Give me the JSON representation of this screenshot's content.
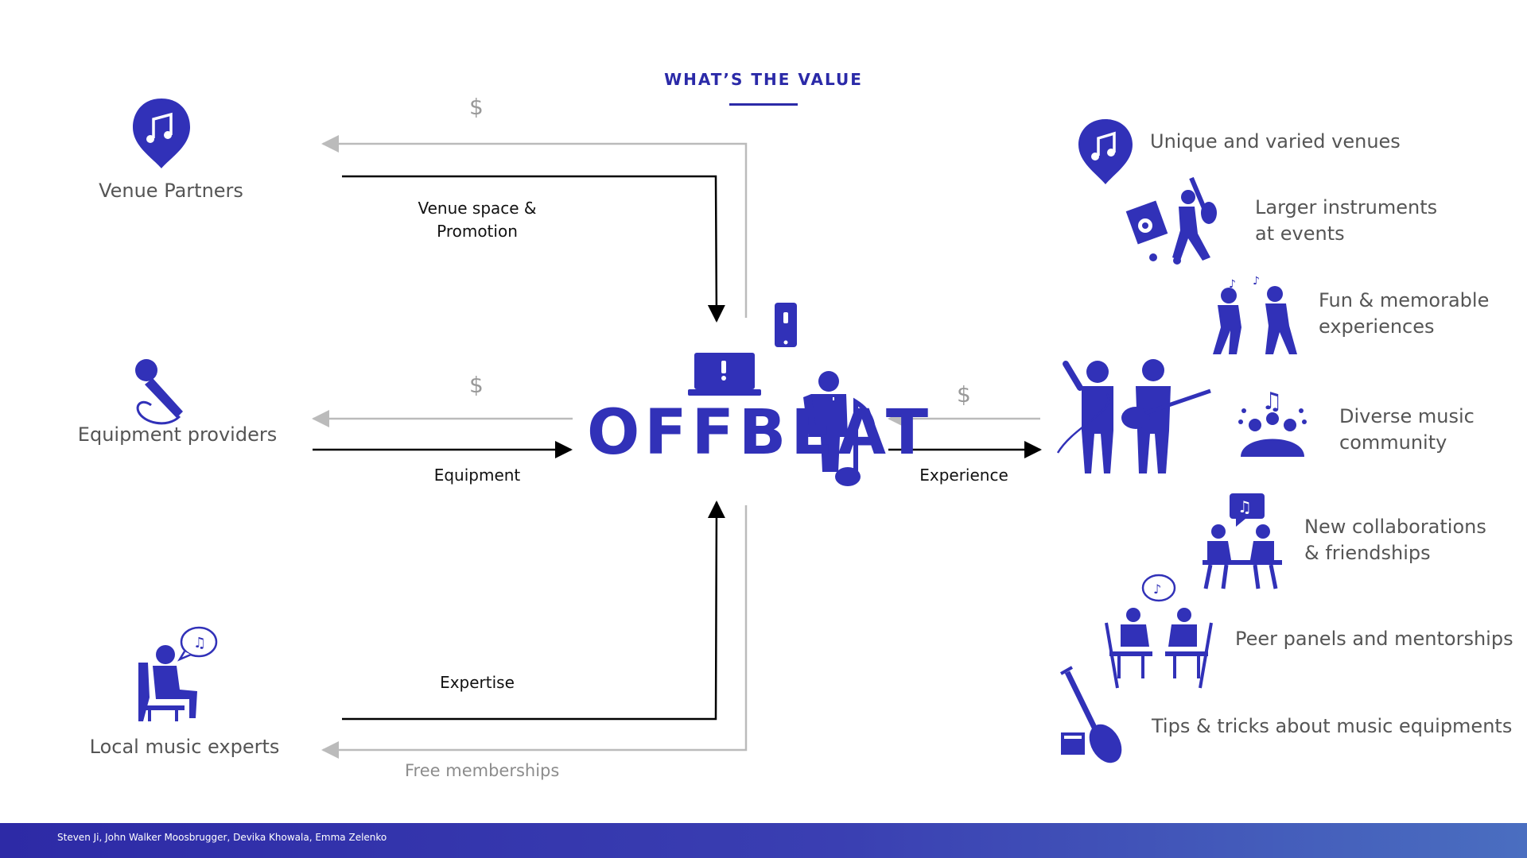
{
  "title": "WHAT’S THE VALUE",
  "logo": {
    "text": "OFFBEAT",
    "color": "#3131b8"
  },
  "colors": {
    "accent": "#2b2aa8",
    "flow_dark": "#000000",
    "flow_light": "#bbbbbb"
  },
  "partners": [
    {
      "label": "Venue Partners",
      "icon": "location-pin-music-icon"
    },
    {
      "label": "Equipment providers",
      "icon": "microphone-icon"
    },
    {
      "label": "Local music experts",
      "icon": "seated-expert-icon"
    }
  ],
  "flows": {
    "venue_in": "Venue space & Promotion",
    "venue_out": "$",
    "equipment_in": "Equipment",
    "equipment_out": "$",
    "expertise_in": "Expertise",
    "expertise_out": "Free memberships",
    "experience_out": "Experience",
    "experience_in": "$"
  },
  "values": [
    {
      "line1": "Unique and varied venues",
      "line2": "",
      "icon": "location-pin-music-icon"
    },
    {
      "line1": "Larger instruments",
      "line2": "at events",
      "icon": "moving-instruments-icon"
    },
    {
      "line1": "Fun & memorable",
      "line2": "experiences",
      "icon": "singing-people-icon"
    },
    {
      "line1": "Diverse music",
      "line2": "community",
      "icon": "community-icon"
    },
    {
      "line1": "New collaborations",
      "line2": "& friendships",
      "icon": "collaboration-icon"
    },
    {
      "line1": "Peer panels and mentorships",
      "line2": "",
      "icon": "mentorship-icon"
    },
    {
      "line1": "Tips & tricks about music equipments",
      "line2": "",
      "icon": "lute-amp-icon"
    }
  ],
  "footer": "Steven Ji, John Walker Moosbrugger, Devika Khowala, Emma Zelenko"
}
